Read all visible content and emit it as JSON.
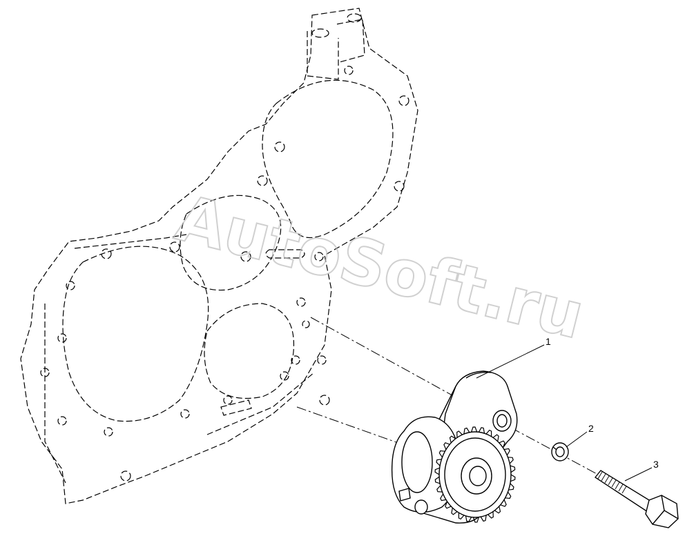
{
  "callouts": [
    {
      "id": "1",
      "label": "1"
    },
    {
      "id": "2",
      "label": "2"
    },
    {
      "id": "3",
      "label": "3"
    }
  ],
  "watermark": "AutoSoft.ru",
  "colors": {
    "line": "#000000",
    "background": "#ffffff",
    "watermark": "#bdbdbd"
  }
}
